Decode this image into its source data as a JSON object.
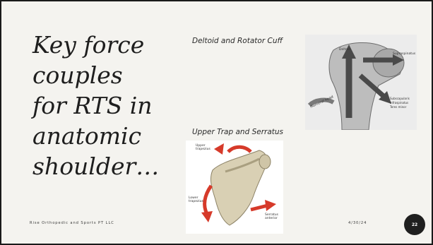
{
  "slide": {
    "title": "Key force couples for RTS in anatomic shoulder…",
    "captions": {
      "deltoid": "Deltoid and Rotator Cuff",
      "trap": "Upper Trap and Serratus"
    },
    "footer": {
      "company": "Rise Orthopedic and Sports PT LLC",
      "date": "4/30/24",
      "page_number": "22"
    }
  },
  "figures": {
    "deltoid": {
      "description_icon": "deltoid-rotator-cuff-diagram",
      "labels": [
        "Deltoid",
        "Supraspinatus",
        "Subscapularis\nInfraspinatus\nTeres minor",
        "Humeral head"
      ]
    },
    "trap": {
      "description_icon": "scapula-force-couple-diagram",
      "labels": [
        "Upper trapezius",
        "Lower trapezius",
        "Serratus anterior"
      ]
    }
  },
  "colors": {
    "background": "#f4f3ef",
    "border": "#1a1a1a",
    "badge": "#1f1f1f",
    "arrow_red": "#d63a2a"
  }
}
